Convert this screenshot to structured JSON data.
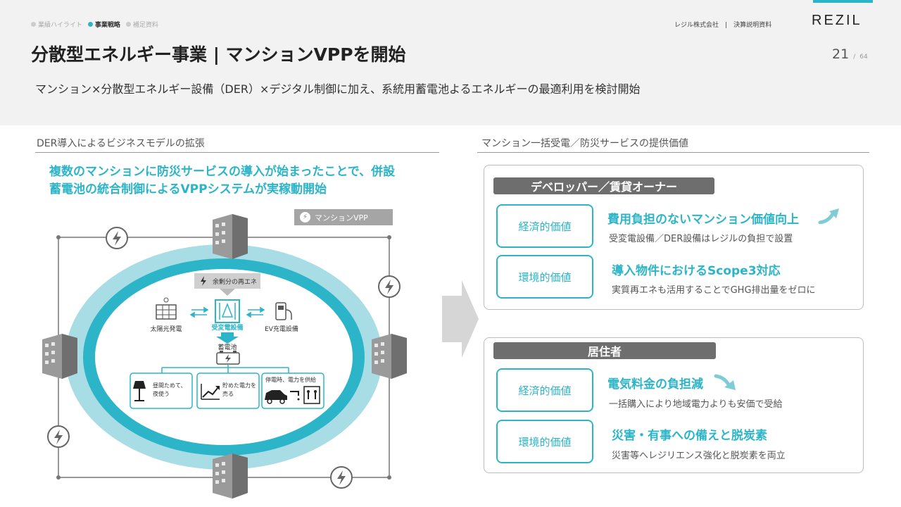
{
  "header": {
    "nav": [
      {
        "label": "業績ハイライト",
        "current": false
      },
      {
        "label": "事業戦略",
        "current": true
      },
      {
        "label": "補足資料",
        "current": false
      }
    ],
    "company": "レジル株式会社",
    "doc_type": "決算説明資料",
    "logo": "REZIL",
    "page": "21",
    "page_sep": "/",
    "total_pages": "64",
    "title": "分散型エネルギー事業 | マンションVPPを開始",
    "subtitle": "マンション×分散型エネルギー設備（DER）×デジタル制御に加え、系統用蓄電池よるエネルギーの最適利用を検討開始",
    "accent_color": "#2cb5c8"
  },
  "left": {
    "section_title": "DER導入によるビジネスモデルの拡張",
    "lead_line1": "複数のマンションに防災サービスの導入が始まったことで、併設",
    "lead_line2": "蓄電池の統合制御によるVPPシステムが実稼動開始",
    "diagram": {
      "tag": "マンションVPP",
      "surplus": "余剰分の再エネ",
      "solar": "太陽光発電",
      "substation": "受変電設備",
      "ev": "EV充電設備",
      "battery": "蓄電池",
      "use1": "昼間ためて、夜使う",
      "use1_line1": "昼間ためて、",
      "use1_line2": "夜使う",
      "use2_line1": "貯めた電力を",
      "use2_line2": "売る",
      "use3": "停電時、電力を供給"
    }
  },
  "right": {
    "section_title": "マンション一括受電／防災サービスの提供価値",
    "groups": [
      {
        "head": "デベロッパー／賃貸オーナー",
        "items": [
          {
            "box": "経済的価値",
            "title": "費用負担のないマンション価値向上",
            "desc": "受変電設備／DER設備はレジルの負担で設置",
            "trend": "up-arrow-icon"
          },
          {
            "box": "環境的価値",
            "title": "導入物件におけるScope3対応",
            "desc": "実質再エネも活用することでGHG排出量をゼロに"
          }
        ]
      },
      {
        "head": "居住者",
        "items": [
          {
            "box": "経済的価値",
            "title": "電気料金の負担減",
            "desc": "一括購入により地域電力よりも安価で受給",
            "trend": "down-arrow-icon"
          },
          {
            "box": "環境的価値",
            "title": "災害・有事への備えと脱炭素",
            "desc": "災害等へレジリエンス強化と脱炭素を両立"
          }
        ]
      }
    ]
  }
}
